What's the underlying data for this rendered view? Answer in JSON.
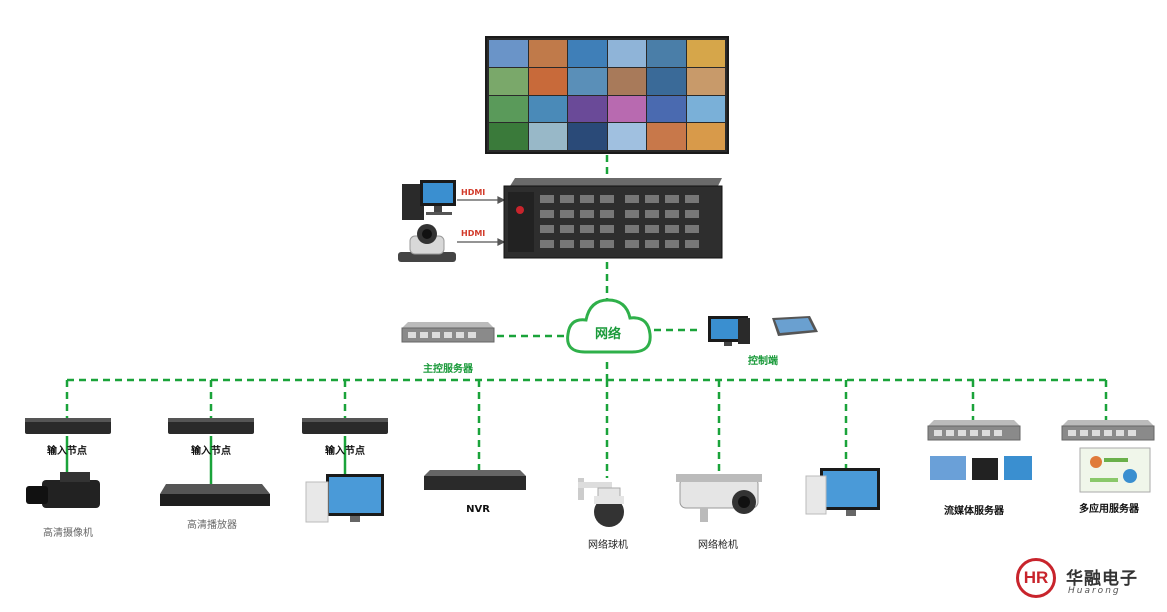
{
  "colors": {
    "network_line": "#1aa33a",
    "hdmi_label": "#d23a2a",
    "brand": "#c8242c"
  },
  "center": {
    "hdmi_1": "HDMI",
    "hdmi_2": "HDMI",
    "cloud_label": "网络",
    "main_server_label": "主控服务器",
    "control_label": "控制端"
  },
  "nodes": [
    {
      "top_label": "输入节点",
      "bottom_label": "高清摄像机"
    },
    {
      "top_label": "输入节点",
      "bottom_label": "高清播放器"
    },
    {
      "top_label": "输入节点",
      "bottom_label": ""
    }
  ],
  "devices": {
    "nvr": "NVR",
    "dome_camera": "网络球机",
    "bullet_camera": "网络枪机",
    "streaming_server": "流媒体服务器",
    "multi_server": "多应用服务器"
  },
  "brand": {
    "logo_letters": "HR",
    "name": "华融电子",
    "sub": "Huarong"
  },
  "icons": [
    "video-wall-icon",
    "matrix-rack-icon",
    "pc-icon",
    "ptz-camera-icon",
    "cloud-icon",
    "server-icon",
    "monitor-icon",
    "tablet-icon",
    "camcorder-icon",
    "player-icon",
    "nvr-icon",
    "dome-camera-icon",
    "bullet-camera-icon"
  ]
}
